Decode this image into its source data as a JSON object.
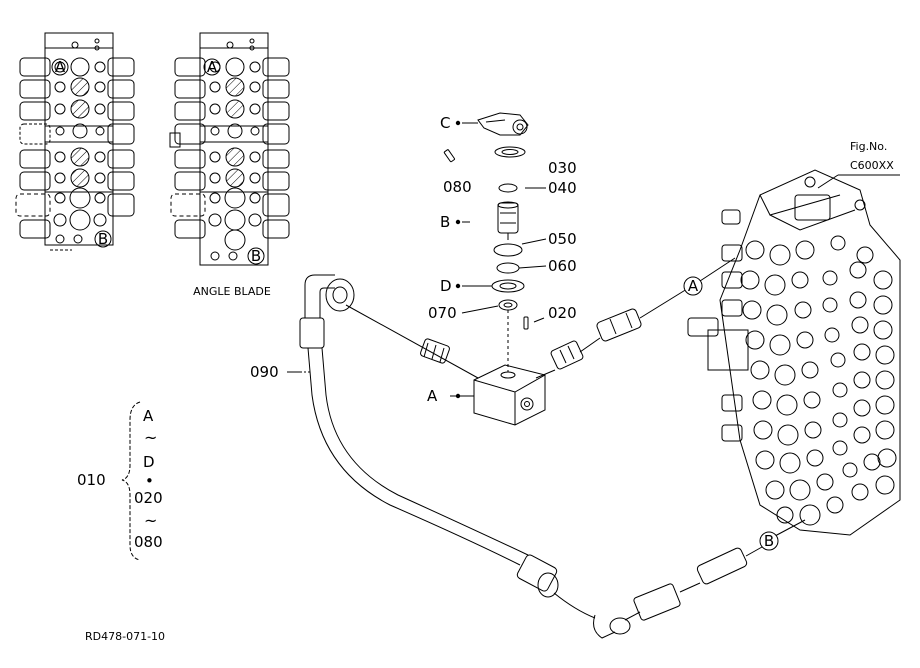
{
  "diagram": {
    "fig_no_label": "Fig.No.",
    "fig_no_value": "C600XX",
    "caption_angle_blade": "ANGLE BLADE",
    "drawing_number": "RD478-071-10",
    "parts": {
      "p010": "010",
      "p020": "020",
      "p030": "030",
      "p040": "040",
      "p050": "050",
      "p060": "060",
      "p070": "070",
      "p080": "080",
      "p090": "090"
    },
    "callouts": {
      "A": "A",
      "B": "B",
      "C": "C",
      "D": "D"
    },
    "kit_range": {
      "from": "A",
      "tilde1": "~",
      "to": "D",
      "dot": "•",
      "from2": "020",
      "tilde2": "~",
      "to2": "080"
    }
  }
}
